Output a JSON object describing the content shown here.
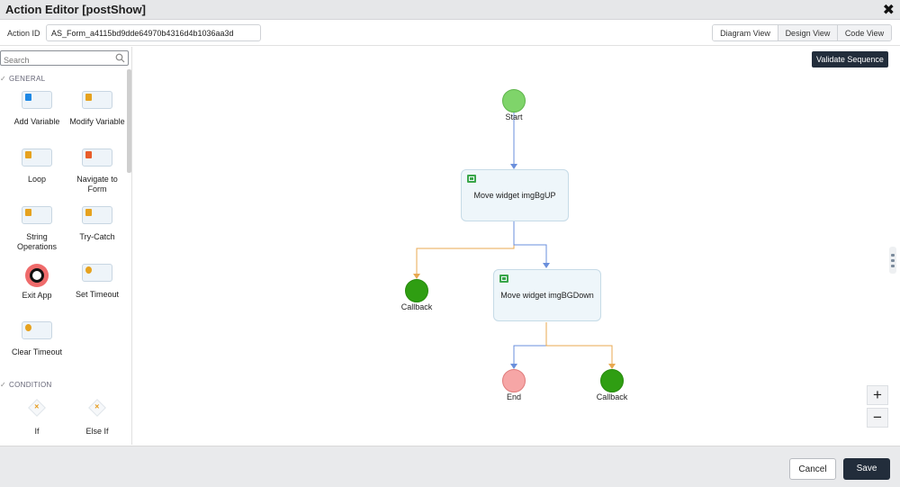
{
  "window": {
    "title": "Action Editor [postShow]",
    "close_glyph": "✖"
  },
  "action_id": {
    "label": "Action ID",
    "value": "AS_Form_a4115bd9dde64970b4316d4b1036aa3d"
  },
  "views": [
    "Diagram View",
    "Design View",
    "Code View"
  ],
  "sidebar": {
    "search_placeholder": "Search",
    "general_label": "GENERAL",
    "condition_label": "CONDITION",
    "items": [
      {
        "label": "Add Variable",
        "color": "#1e88e5"
      },
      {
        "label": "Modify Variable",
        "color": "#e6a21f"
      },
      {
        "label": "Loop",
        "color": "#e6a21f"
      },
      {
        "label": "Navigate to Form",
        "color": "#e85d2a"
      },
      {
        "label": "String Operations",
        "color": "#e6a21f"
      },
      {
        "label": "Try-Catch",
        "color": "#e6a21f"
      },
      {
        "label": "Exit App",
        "color": "#ef6b6b"
      },
      {
        "label": "Set Timeout",
        "color": "#e6a21f"
      },
      {
        "label": "Clear Timeout",
        "color": "#e6a21f"
      }
    ],
    "conditions": [
      {
        "label": "If",
        "glyph": "×"
      },
      {
        "label": "Else If",
        "glyph": "×"
      }
    ]
  },
  "canvas": {
    "validate_label": "Validate Sequence",
    "start_label": "Start",
    "action1_label": "Move widget imgBgUP",
    "action2_label": "Move widget imgBGDown",
    "callback1_label": "Callback",
    "callback2_label": "Callback",
    "end_label": "End",
    "zoom_in": "+",
    "zoom_out": "−",
    "colors": {
      "start": "#7fd46a",
      "callback": "#2f9e12",
      "end": "#f6a6a6",
      "success_link": "#6a8fdc",
      "error_link": "#e8a850"
    }
  },
  "footer": {
    "cancel": "Cancel",
    "save": "Save"
  }
}
